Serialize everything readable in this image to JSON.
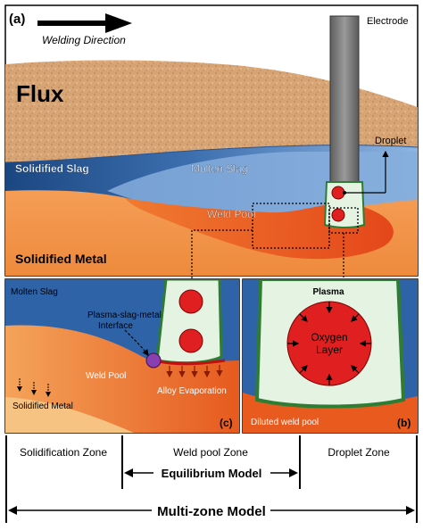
{
  "panels": {
    "a": {
      "label": "(a)",
      "welding_direction": "Welding Direction",
      "electrode": "Electrode",
      "flux": "Flux",
      "droplet": "Droplet",
      "solidified_slag": "Solidified Slag",
      "molten_slag": "Molten Slag",
      "weld_pool": "Weld Pool",
      "solidified_metal": "Solidified Metal"
    },
    "c": {
      "label": "(c)",
      "molten_slag": "Molten Slag",
      "interface_line1": "Plasma-slag-metal",
      "interface_line2": "Interface",
      "weld_pool": "Weld Pool",
      "alloy_evaporation": "Alloy Evaporation",
      "solidified_metal": "Solidified Metal"
    },
    "b": {
      "label": "(b)",
      "plasma": "Plasma",
      "oxygen_line1": "Oxygen",
      "oxygen_line2": "Layer",
      "diluted_weld_pool": "Diluted weld pool"
    }
  },
  "zones": {
    "solidification": "Solidification Zone",
    "weld_pool": "Weld pool Zone",
    "droplet": "Droplet Zone",
    "equilibrium_model": "Equilibrium Model",
    "multi_zone_model": "Multi-zone Model"
  },
  "colors": {
    "flux": "#d9a878",
    "solidified_slag": "#1f4f8a",
    "molten_slag": "#7aa2d4",
    "solidified_metal": "#f29a50",
    "weld_pool": "#e8561c",
    "plasma": "#e4f3e2",
    "droplet": "#e02020",
    "interface": "#8a3fb0",
    "electrode": "#7a7a7a"
  }
}
